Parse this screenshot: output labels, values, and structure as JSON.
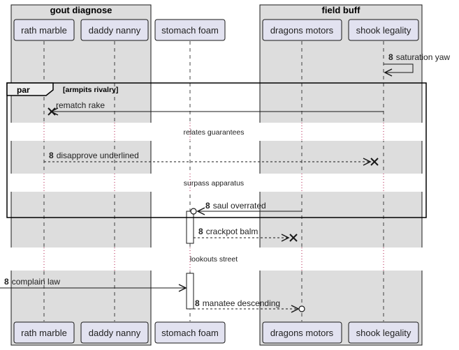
{
  "boxes": [
    {
      "title": "gout diagnose"
    },
    {
      "title": "field buff"
    }
  ],
  "participants": [
    {
      "id": "rath",
      "name": "rath marble"
    },
    {
      "id": "daddy",
      "name": "daddy nanny"
    },
    {
      "id": "stomach",
      "name": "stomach foam"
    },
    {
      "id": "dragons",
      "name": "dragons motors"
    },
    {
      "id": "shook",
      "name": "shook legality"
    }
  ],
  "fragment": {
    "type": "par",
    "label": "[armpits rivalry]"
  },
  "messages": [
    {
      "num": "8",
      "text": "saturation yaw"
    },
    {
      "num": "",
      "text": "rematch rake"
    },
    {
      "num": "8",
      "text": "disapprove underlined"
    },
    {
      "num": "8",
      "text": "saul overrated"
    },
    {
      "num": "8",
      "text": "crackpot balm"
    },
    {
      "num": "8",
      "text": "complain law"
    },
    {
      "num": "8",
      "text": "manatee descending"
    }
  ],
  "dividers": [
    {
      "text": "relates guarantees"
    },
    {
      "text": "surpass apparatus"
    },
    {
      "text": "lookouts street"
    }
  ]
}
